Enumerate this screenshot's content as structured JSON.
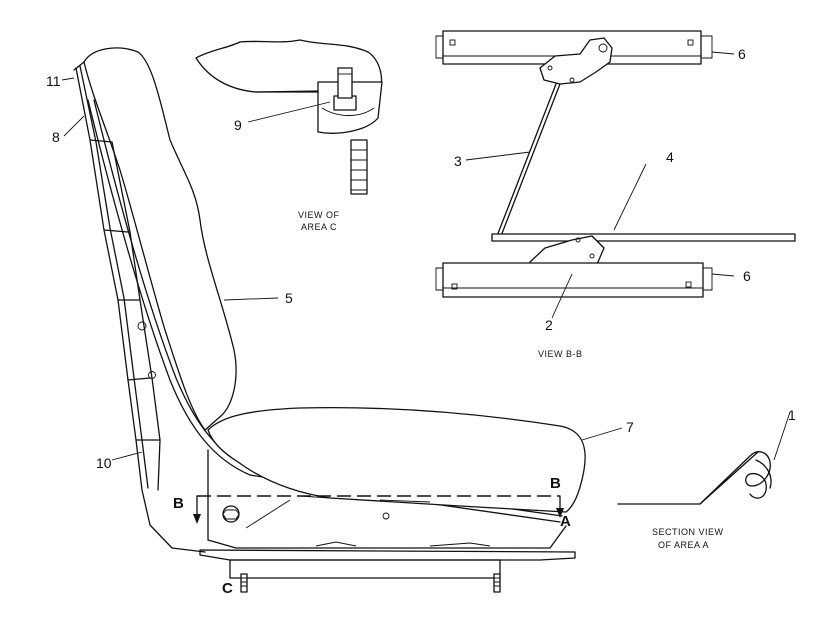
{
  "callouts": {
    "c11": "11",
    "c8": "8",
    "c9": "9",
    "c10": "10",
    "c5": "5",
    "c7": "7",
    "c3": "3",
    "c4": "4",
    "c2": "2",
    "c6_top": "6",
    "c6_bottom": "6",
    "c1": "1"
  },
  "section_marks": {
    "b_left": "B",
    "b_right": "B",
    "a": "A",
    "c": "C"
  },
  "captions": {
    "area_c_line1": "VIEW OF",
    "area_c_line2": "AREA C",
    "view_bb": "VIEW B-B",
    "area_a_line1": "SECTION VIEW",
    "area_a_line2": "OF AREA A"
  }
}
